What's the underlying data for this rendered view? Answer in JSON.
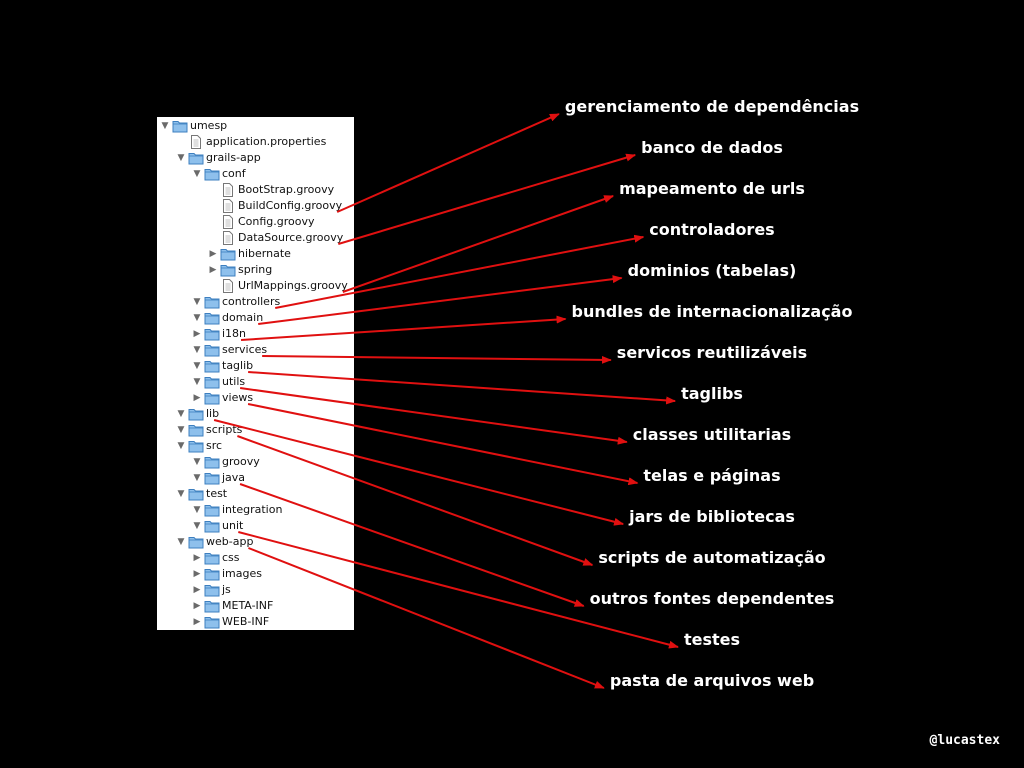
{
  "tree": [
    {
      "name": "umesp",
      "type": "folder",
      "depth": 0,
      "expanded": true
    },
    {
      "name": "application.properties",
      "type": "file",
      "depth": 1
    },
    {
      "name": "grails-app",
      "type": "folder",
      "depth": 1,
      "expanded": true
    },
    {
      "name": "conf",
      "type": "folder",
      "depth": 2,
      "expanded": true
    },
    {
      "name": "BootStrap.groovy",
      "type": "file",
      "depth": 3
    },
    {
      "name": "BuildConfig.groovy",
      "type": "file",
      "depth": 3
    },
    {
      "name": "Config.groovy",
      "type": "file",
      "depth": 3
    },
    {
      "name": "DataSource.groovy",
      "type": "file",
      "depth": 3
    },
    {
      "name": "hibernate",
      "type": "folder",
      "depth": 3,
      "expanded": false
    },
    {
      "name": "spring",
      "type": "folder",
      "depth": 3,
      "expanded": false
    },
    {
      "name": "UrlMappings.groovy",
      "type": "file",
      "depth": 3
    },
    {
      "name": "controllers",
      "type": "folder",
      "depth": 2,
      "expanded": true
    },
    {
      "name": "domain",
      "type": "folder",
      "depth": 2,
      "expanded": true
    },
    {
      "name": "i18n",
      "type": "folder",
      "depth": 2,
      "expanded": false
    },
    {
      "name": "services",
      "type": "folder",
      "depth": 2,
      "expanded": true
    },
    {
      "name": "taglib",
      "type": "folder",
      "depth": 2,
      "expanded": true
    },
    {
      "name": "utils",
      "type": "folder",
      "depth": 2,
      "expanded": true
    },
    {
      "name": "views",
      "type": "folder",
      "depth": 2,
      "expanded": false
    },
    {
      "name": "lib",
      "type": "folder",
      "depth": 1,
      "expanded": true
    },
    {
      "name": "scripts",
      "type": "folder",
      "depth": 1,
      "expanded": true
    },
    {
      "name": "src",
      "type": "folder",
      "depth": 1,
      "expanded": true
    },
    {
      "name": "groovy",
      "type": "folder",
      "depth": 2,
      "expanded": true
    },
    {
      "name": "java",
      "type": "folder",
      "depth": 2,
      "expanded": true
    },
    {
      "name": "test",
      "type": "folder",
      "depth": 1,
      "expanded": true
    },
    {
      "name": "integration",
      "type": "folder",
      "depth": 2,
      "expanded": true
    },
    {
      "name": "unit",
      "type": "folder",
      "depth": 2,
      "expanded": true
    },
    {
      "name": "web-app",
      "type": "folder",
      "depth": 1,
      "expanded": true
    },
    {
      "name": "css",
      "type": "folder",
      "depth": 2,
      "expanded": false
    },
    {
      "name": "images",
      "type": "folder",
      "depth": 2,
      "expanded": false
    },
    {
      "name": "js",
      "type": "folder",
      "depth": 2,
      "expanded": false
    },
    {
      "name": "META-INF",
      "type": "folder",
      "depth": 2,
      "expanded": false
    },
    {
      "name": "WEB-INF",
      "type": "folder",
      "depth": 2,
      "expanded": false
    }
  ],
  "callouts": [
    {
      "text": "gerenciamento de dependências",
      "from_row": 5
    },
    {
      "text": "banco de dados",
      "from_row": 7
    },
    {
      "text": "mapeamento de urls",
      "from_row": 10
    },
    {
      "text": "controladores",
      "from_row": 11
    },
    {
      "text": "dominios (tabelas)",
      "from_row": 12
    },
    {
      "text": "bundles de internacionalização",
      "from_row": 13
    },
    {
      "text": "servicos reutilizáveis",
      "from_row": 14
    },
    {
      "text": "taglibs",
      "from_row": 15
    },
    {
      "text": "classes utilitarias",
      "from_row": 16
    },
    {
      "text": "telas e páginas",
      "from_row": 17
    },
    {
      "text": "jars de bibliotecas",
      "from_row": 18
    },
    {
      "text": "scripts de automatização",
      "from_row": 19
    },
    {
      "text": "outros fontes dependentes",
      "from_row": 22
    },
    {
      "text": "testes",
      "from_row": 25
    },
    {
      "text": "pasta de arquivos web",
      "from_row": 26
    }
  ],
  "handle": "@lucastex",
  "colors": {
    "background": "#000000",
    "arrow": "#e01010",
    "text": "#ffffff",
    "folder": "#6aa8e0"
  }
}
